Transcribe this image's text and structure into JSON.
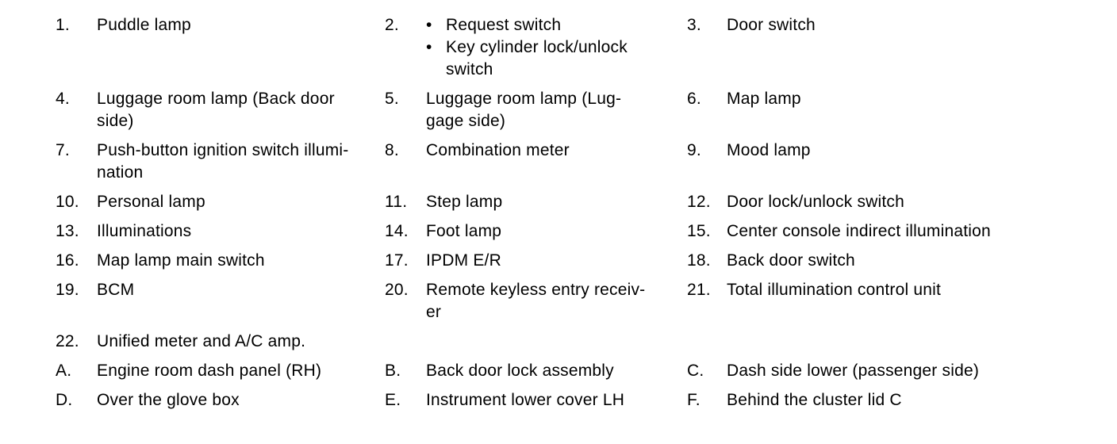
{
  "page": {
    "background_color": "#ffffff",
    "text_color": "#000000",
    "bullet_char": "•"
  },
  "legend": {
    "rows": [
      {
        "cells": [
          {
            "num": "1.",
            "label": "Puddle lamp"
          },
          {
            "num": "2.",
            "bullets": [
              "Request switch",
              "Key cylinder lock/unlock\nswitch"
            ]
          },
          {
            "num": "3.",
            "label": "Door switch"
          }
        ]
      },
      {
        "cells": [
          {
            "num": "4.",
            "label": "Luggage room lamp (Back door\nside)"
          },
          {
            "num": "5.",
            "label": "Luggage room lamp (Lug-\ngage side)"
          },
          {
            "num": "6.",
            "label": "Map lamp"
          }
        ]
      },
      {
        "cells": [
          {
            "num": "7.",
            "label": "Push-button ignition switch illumi-\nnation"
          },
          {
            "num": "8.",
            "label": "Combination meter"
          },
          {
            "num": "9.",
            "label": "Mood lamp"
          }
        ]
      },
      {
        "cells": [
          {
            "num": "10.",
            "label": "Personal lamp"
          },
          {
            "num": "11.",
            "label": "Step lamp"
          },
          {
            "num": "12.",
            "label": "Door lock/unlock switch"
          }
        ]
      },
      {
        "cells": [
          {
            "num": "13.",
            "label": "Illuminations"
          },
          {
            "num": "14.",
            "label": "Foot lamp"
          },
          {
            "num": "15.",
            "label": "Center console indirect illumination"
          }
        ]
      },
      {
        "cells": [
          {
            "num": "16.",
            "label": "Map lamp main switch"
          },
          {
            "num": "17.",
            "label": "IPDM E/R"
          },
          {
            "num": "18.",
            "label": "Back door switch"
          }
        ]
      },
      {
        "cells": [
          {
            "num": "19.",
            "label": "BCM"
          },
          {
            "num": "20.",
            "label": "Remote keyless entry receiv-\ner"
          },
          {
            "num": "21.",
            "label": "Total illumination control unit"
          }
        ]
      },
      {
        "cells": [
          {
            "num": "22.",
            "label": "Unified meter and A/C amp."
          },
          null,
          null
        ]
      },
      {
        "cells": [
          {
            "num": "A.",
            "label": "Engine room dash panel (RH)"
          },
          {
            "num": "B.",
            "label": "Back door lock assembly"
          },
          {
            "num": "C.",
            "label": "Dash side lower (passenger side)"
          }
        ]
      },
      {
        "cells": [
          {
            "num": "D.",
            "label": "Over the glove box"
          },
          {
            "num": "E.",
            "label": "Instrument lower cover LH"
          },
          {
            "num": "F.",
            "label": "Behind the cluster lid C"
          }
        ]
      }
    ]
  }
}
